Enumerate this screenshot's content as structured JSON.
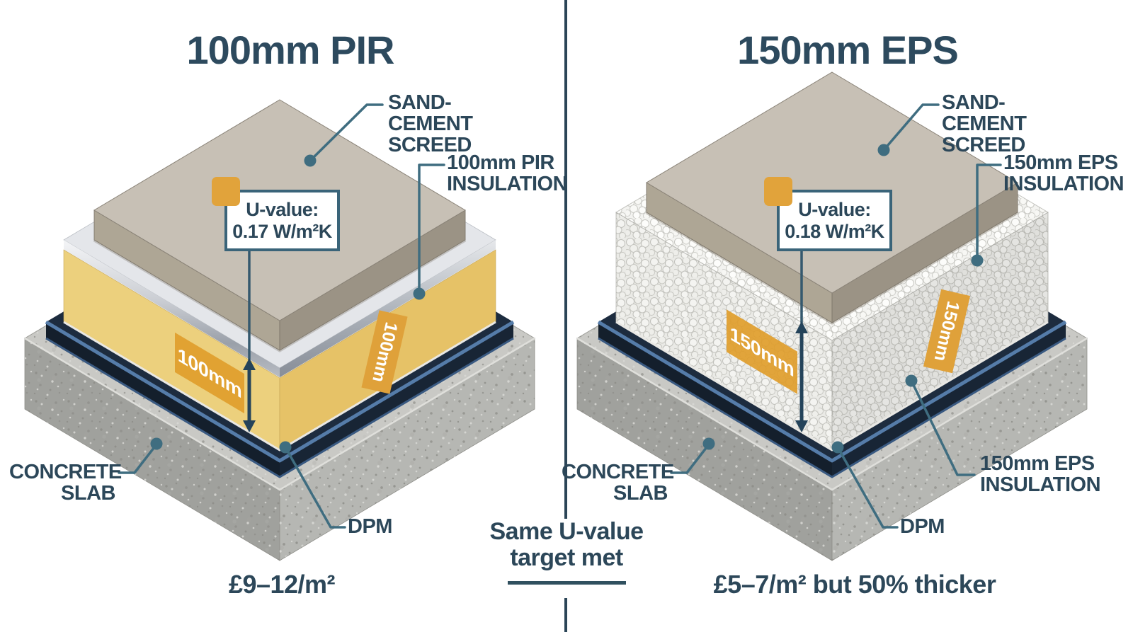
{
  "colors": {
    "background": "#ffffff",
    "ink": "#2c4759",
    "title_ink": "#2d4a5e",
    "leader": "#3f6d80",
    "dimension_arrow": "#24435a",
    "orange": "#e1a33b",
    "uvalue_box_border": "#3a6479",
    "screed_grey": "#c7c0b5",
    "pir_yellow": "#ecd07d",
    "foil_silver": "#c9ccd2",
    "eps_white": "#f3f3f0",
    "dpm_navy": "#1d2c3f",
    "dpm_highlight_blue": "#557ca9",
    "concrete_grey": "#c9c9c5",
    "divider": "#2b4557"
  },
  "left": {
    "title": "100mm PIR",
    "screed_label": "SAND-CEMENT SCREED",
    "insulation_label": "100mm PIR INSULATION",
    "uvalue_label": "U-value:",
    "uvalue_value": "0.17 W/m²K",
    "thickness_badge": "100mm",
    "thickness_tag": "100mm",
    "concrete_label": "CONCRETE SLAB",
    "dpm_label": "DPM",
    "price": "£9–12/m²"
  },
  "right": {
    "title": "150mm EPS",
    "screed_label": "SAND-CEMENT SCREED",
    "insulation_label": "150mm EPS INSULATION",
    "insulation_label_lower": "150mm EPS INSULATION",
    "uvalue_label": "U-value:",
    "uvalue_value": "0.18 W/m²K",
    "thickness_badge": "150mm",
    "thickness_tag": "150mm",
    "concrete_label": "CONCRETE SLAB",
    "dpm_label": "DPM",
    "price": "£5–7/m² but 50% thicker"
  },
  "center": {
    "note_line1": "Same U-value",
    "note_line2": "target met"
  }
}
